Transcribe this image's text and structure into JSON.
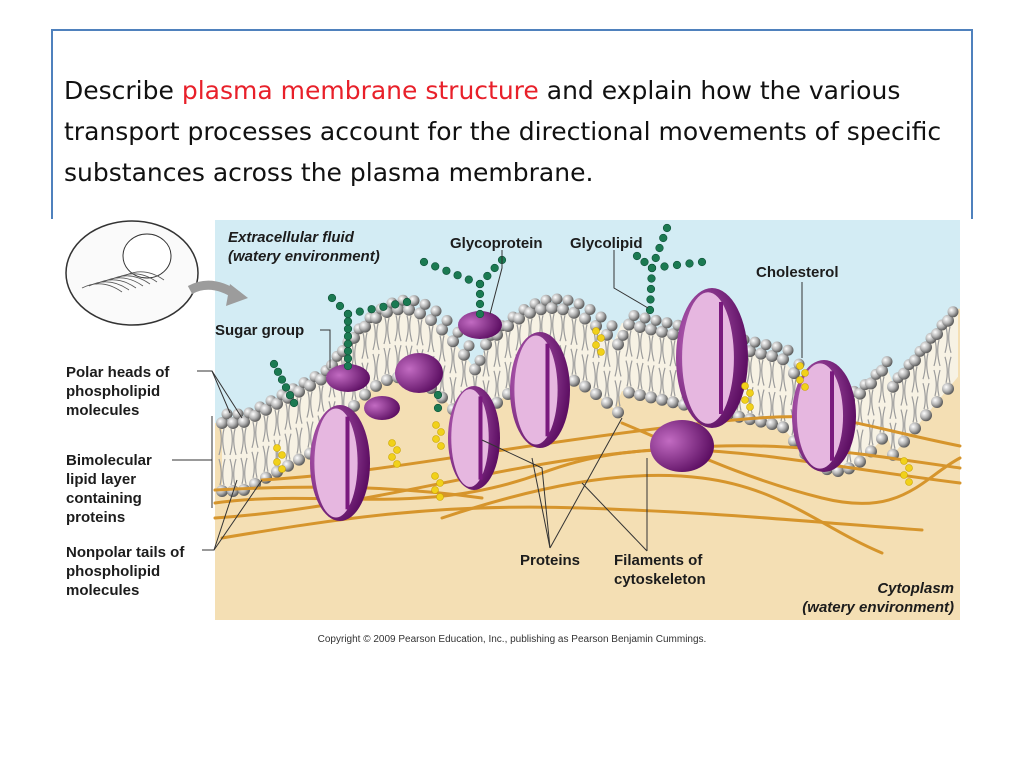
{
  "title": {
    "prefix": "Describe ",
    "highlight": "plasma membrane structure",
    "suffix": " and explain how the various transport processes account for the directional movements of specific substances across the plasma membrane."
  },
  "diagram": {
    "labels": {
      "extracellular": [
        "Extracellular fluid",
        "(watery environment)"
      ],
      "glycoprotein": "Glycoprotein",
      "glycolipid": "Glycolipid",
      "cholesterol": "Cholesterol",
      "sugar_group": "Sugar group",
      "polar_heads": [
        "Polar heads of",
        "phospholipid",
        "molecules"
      ],
      "bimolecular": [
        "Bimolecular",
        "lipid layer",
        "containing",
        "proteins"
      ],
      "nonpolar_tails": [
        "Nonpolar tails of",
        "phospholipid",
        "molecules"
      ],
      "proteins": "Proteins",
      "filaments": [
        "Filaments of",
        "cytoskeleton"
      ],
      "cytoplasm": [
        "Cytoplasm",
        "(watery environment)"
      ]
    },
    "colors": {
      "extracellular": "#d3ecf4",
      "cytoplasm": "#f4dfb4",
      "protein_dark": "#7a1a7e",
      "protein_light": "#e6b7e0",
      "glyco_chain": "#1b7a52",
      "cholesterol": "#f1d11a",
      "filament": "#d6952c",
      "head": "#9a9a9a"
    }
  },
  "copyright": "Copyright © 2009 Pearson Education, Inc., publishing as Pearson Benjamin Cummings."
}
